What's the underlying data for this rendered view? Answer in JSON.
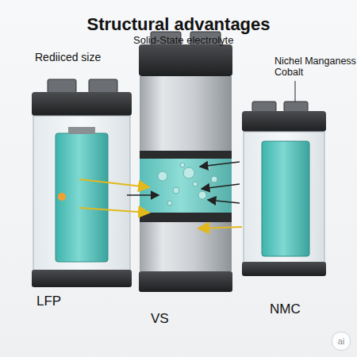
{
  "diagram": {
    "title": "Structural advantages",
    "labels": [
      "Rediiced size",
      "Solid-State electrolyte",
      "Nichel Manganess Cobalt",
      "LFP",
      "VS",
      "NMC",
      "ai"
    ]
  }
}
